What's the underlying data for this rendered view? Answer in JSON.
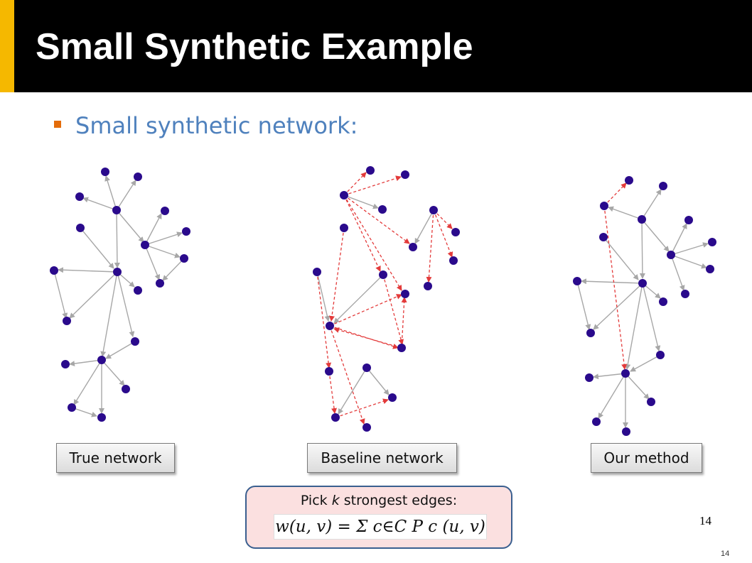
{
  "slide": {
    "title": "Small Synthetic Example",
    "bullet": "Small synthetic network:",
    "page_number": "14",
    "page_number_small": "14"
  },
  "labels": {
    "true_network": "True network",
    "baseline_network": "Baseline network",
    "our_method": "Our method"
  },
  "formula_box": {
    "caption_prefix": "Pick ",
    "caption_var": "k",
    "caption_suffix": " strongest edges:",
    "formula": "w(u, v) = Σ c∈C P c (u, v)"
  },
  "colors": {
    "title_bar": "#000000",
    "title_accent": "#f5b800",
    "bullet_mark": "#e46c0a",
    "bullet_text": "#4f81bd",
    "node": "#2a0a8c",
    "true_edge": "#a7a7a7",
    "false_edge": "#e33b3b",
    "formula_box_bg": "#fbe0e0",
    "formula_box_border": "#3a5f8f"
  }
}
